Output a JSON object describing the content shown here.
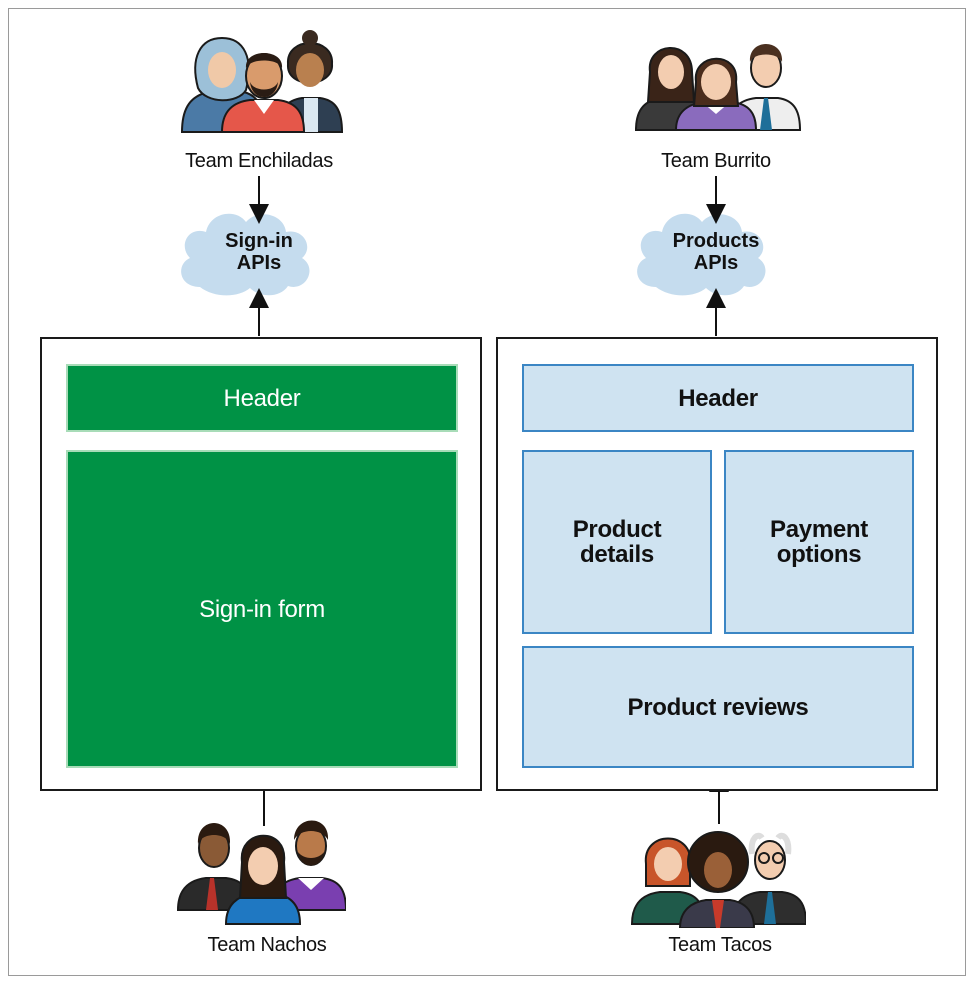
{
  "colors": {
    "frontend_green": "#009245",
    "component_blue": "#cfe3f1",
    "component_blue_border": "#3b86c4",
    "cloud": "#c5dcee"
  },
  "teams": {
    "top_left": "Team Enchiladas",
    "top_right": "Team Burrito",
    "bottom_left": "Team Nachos",
    "bottom_right": "Team Tacos"
  },
  "clouds": {
    "left": {
      "line1": "Sign-in",
      "line2": "APIs"
    },
    "right": {
      "line1": "Products",
      "line2": "APIs"
    }
  },
  "left_page": {
    "header": "Header",
    "main": "Sign-in form"
  },
  "right_page": {
    "header": "Header",
    "product_details": {
      "line1": "Product",
      "line2": "details"
    },
    "payment_options": {
      "line1": "Payment",
      "line2": "options"
    },
    "product_reviews": "Product reviews"
  },
  "icons": {
    "people_groups": "people-group-icon",
    "clouds": "cloud-icon",
    "arrows": "arrow-up-icon / arrow-down-icon"
  }
}
